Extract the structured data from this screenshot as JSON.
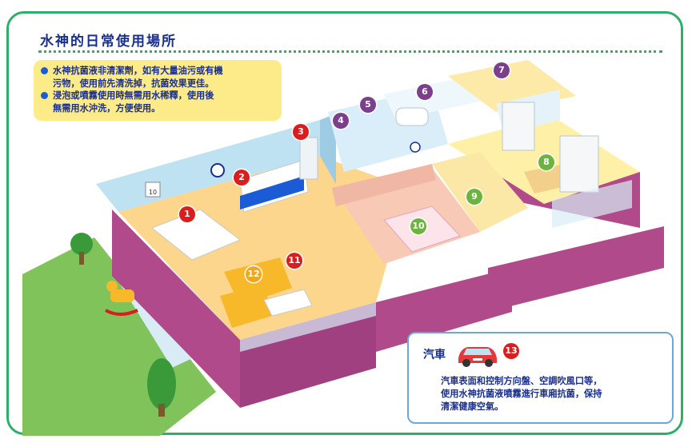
{
  "title": "水神的日常使用場所",
  "notes": [
    "水神抗菌液非清潔劑，如有大量油污或有機污物，使用前先清洗掉，抗菌效果更佳。",
    "浸泡或噴霧使用時無需用水稀釋，使用後無需用水沖洗，方便使用。"
  ],
  "note_lines": [
    "水神抗菌液非清潔劑，如有大量油污或有機",
    "污物，使用前先清洗掉，抗菌效果更佳。",
    "浸泡或噴霧使用時無需用水稀釋，使用後",
    "無需用水沖洗，方便使用。"
  ],
  "markers": {
    "m1": "1",
    "m2": "2",
    "m3": "3",
    "m4": "4",
    "m5": "5",
    "m6": "6",
    "m7": "7",
    "m8": "8",
    "m9": "9",
    "m10": "10",
    "m11": "11",
    "m12": "12",
    "m13": "13"
  },
  "calendar_label": "10",
  "car": {
    "label": "汽車",
    "text_lines": [
      "汽車表面和控制方向盤、空調吹風口等，",
      "使用水神抗菌液噴霧進行車廂抗菌，保持",
      "清潔健康空氣。"
    ]
  },
  "colors": {
    "frame": "#2fae6a",
    "title": "#1a2f8a",
    "note_bg": "#fdeb8a",
    "marker_red": "#d81e1e",
    "marker_purple": "#7b3f8c",
    "marker_green": "#6db33f",
    "marker_yellow": "#f0a81a",
    "wall_outer": "#b04a8a",
    "grass": "#7fc35a"
  }
}
